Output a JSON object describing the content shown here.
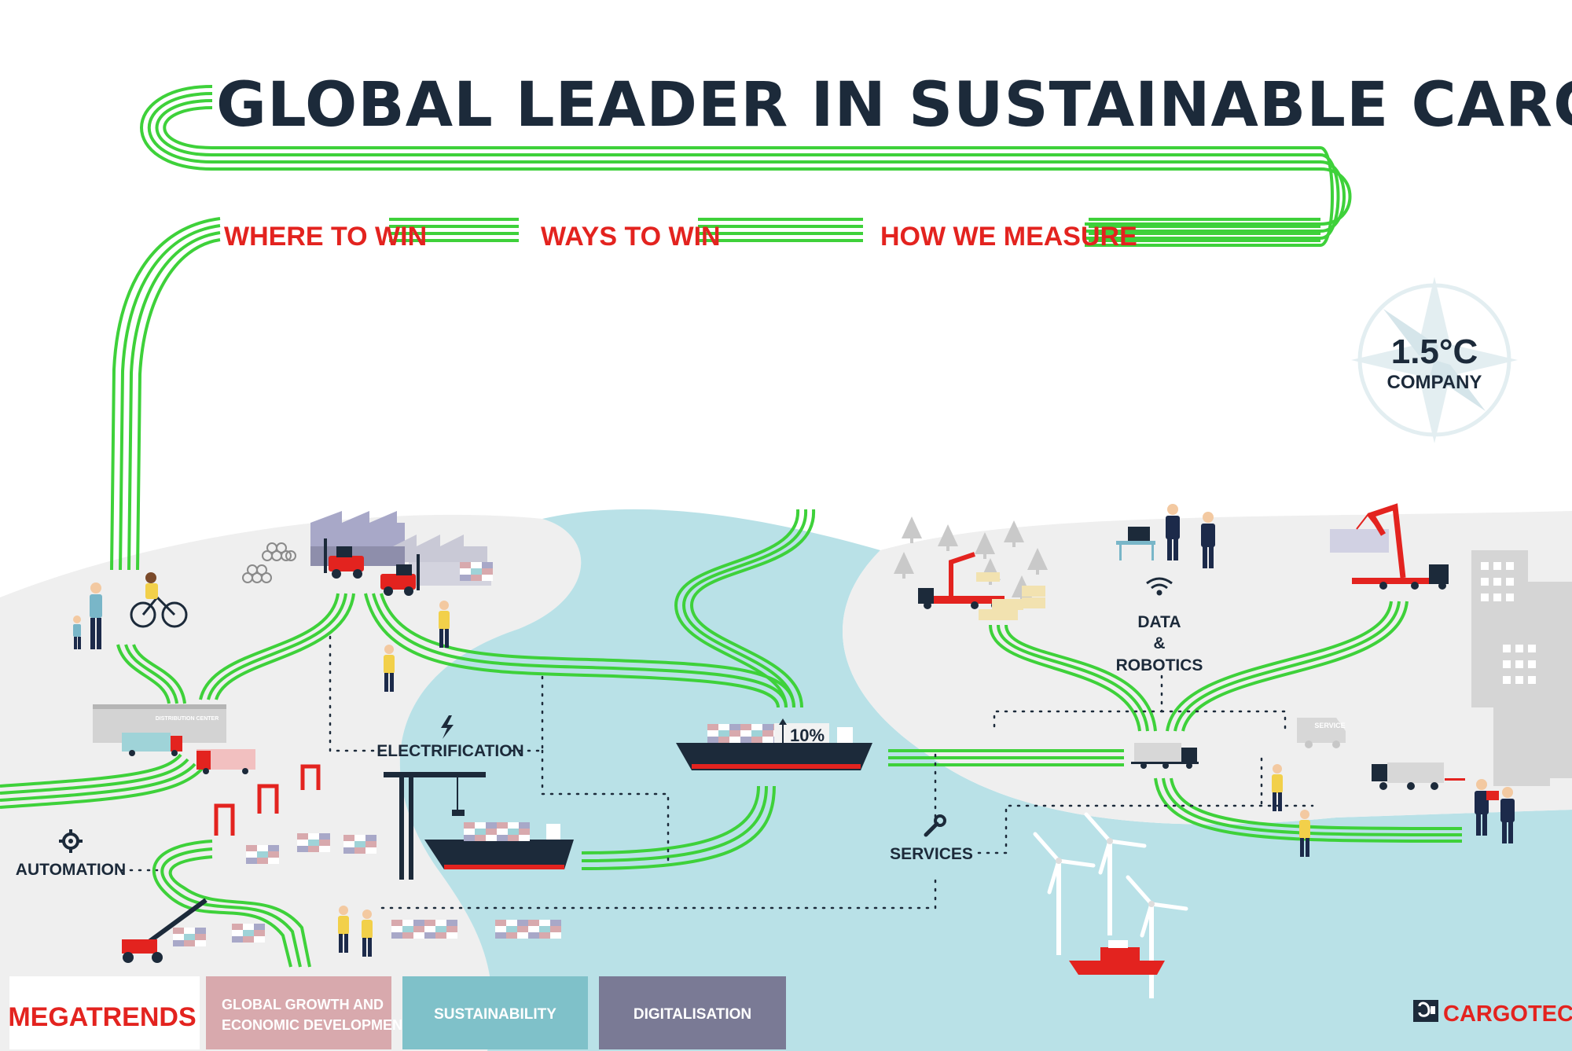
{
  "title": "GLOBAL LEADER IN SUSTAINABLE CARGO FLOW",
  "flow_labels": [
    "WHERE TO WIN",
    "WAYS TO WIN",
    "HOW WE MEASURE"
  ],
  "badge": {
    "value": "1.5°C",
    "label": "COMPANY"
  },
  "topics": {
    "electrification": "ELECTRIFICATION",
    "automation": "AUTOMATION",
    "services": "SERVICES",
    "data_line1": "DATA",
    "data_line2": "&",
    "data_line3": "ROBOTICS"
  },
  "ship_marker": "10%",
  "signs": {
    "distribution_center": "DISTRIBUTION CENTER",
    "service_van": "SERVICE"
  },
  "legend": {
    "title": "MEGATRENDS",
    "items": [
      {
        "line1": "GLOBAL GROWTH AND",
        "line2": "ECONOMIC DEVELOPMENT",
        "color": "#d8a9ad"
      },
      {
        "line1": "SUSTAINABILITY",
        "line2": "",
        "color": "#7fc1c9"
      },
      {
        "line1": "DIGITALISATION",
        "line2": "",
        "color": "#7a7a95"
      }
    ]
  },
  "brand": "CARGOTEC",
  "colors": {
    "green": "#3ed13a",
    "red": "#e3231f",
    "navy": "#1c2a3a",
    "water": "#b9e1e7",
    "land": "#efefef"
  },
  "icons": [
    "compass-icon",
    "lightning-icon",
    "gear-icon",
    "wrench-icon",
    "wifi-icon",
    "cargotec-logo-icon"
  ]
}
